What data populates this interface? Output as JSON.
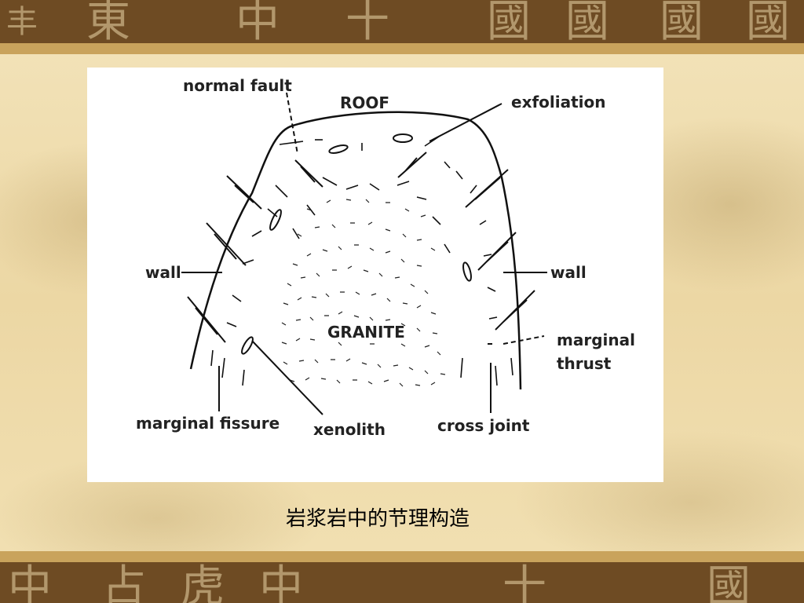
{
  "slide": {
    "top_band_glyphs": [
      "丰",
      "東",
      "中",
      "十",
      "國",
      "國",
      "國",
      "國"
    ],
    "bottom_band_glyphs": [
      "中",
      "占",
      "虎",
      "中",
      "十",
      "國"
    ]
  },
  "diagram": {
    "labels": {
      "normal_fault": "normal fault",
      "roof": "ROOF",
      "exfoliation": "exfoliation",
      "wall_left": "wall",
      "wall_right": "wall",
      "granite": "GRANITE",
      "marginal_thrust_1": "marginal",
      "marginal_thrust_2": "thrust",
      "marginal_fissure": "marginal fissure",
      "xenolith": "xenolith",
      "cross_joint": "cross joint"
    }
  },
  "caption": "岩浆岩中的节理构造"
}
